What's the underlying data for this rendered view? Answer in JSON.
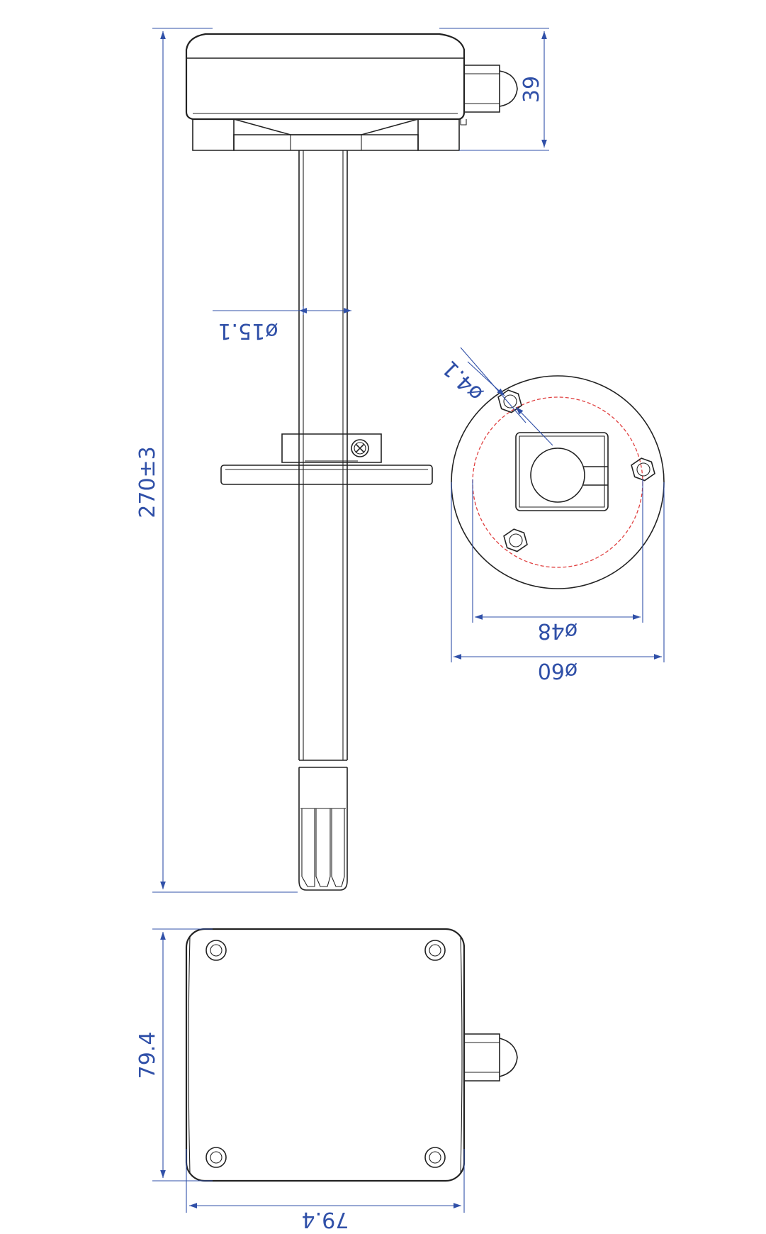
{
  "dimensions": {
    "total_length": "270±3",
    "housing_height": "39",
    "probe_diameter": "ø15.1",
    "hole_diameter": "ø4.1",
    "bolt_circle": "ø48",
    "flange_diameter": "ø60",
    "housing_height_top": "79.4",
    "housing_width_top": "79.4"
  },
  "colors": {
    "outline": "#222222",
    "dimension": "#3050a8",
    "bolt_circle": "#e04040"
  }
}
